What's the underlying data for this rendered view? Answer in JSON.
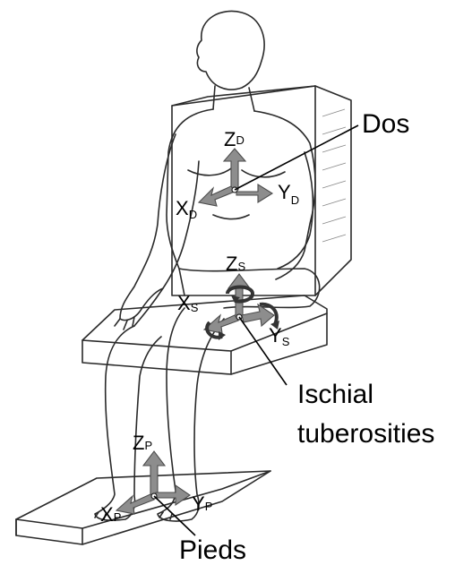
{
  "labels": {
    "back": "Dos",
    "seat": "Ischial",
    "seat_line2": "tuberosities",
    "feet": "Pieds"
  },
  "axes": {
    "back": {
      "z": "Z",
      "z_sub": "D",
      "x": "X",
      "x_sub": "D",
      "y": "Y",
      "y_sub": "D"
    },
    "seat": {
      "z": "Z",
      "z_sub": "S",
      "x": "X",
      "x_sub": "S",
      "y": "Y",
      "y_sub": "S"
    },
    "feet": {
      "z": "Z",
      "z_sub": "P",
      "x": "X",
      "x_sub": "P",
      "y": "Y",
      "y_sub": "P"
    }
  },
  "colors": {
    "arrow": "#8d8d8d",
    "rotation": "#333333",
    "line": "#000000"
  }
}
